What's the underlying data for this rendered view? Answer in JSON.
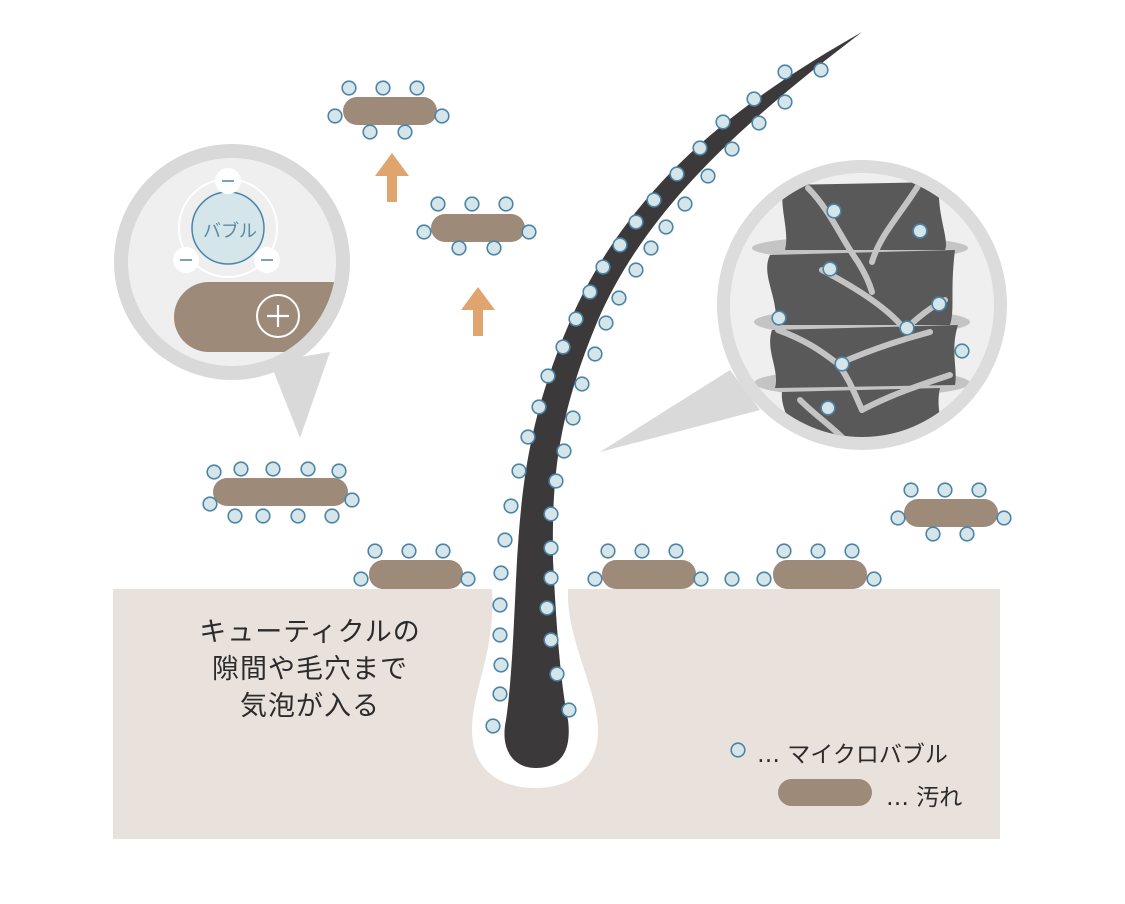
{
  "diagram": {
    "caption_lines": [
      "キューティクルの",
      "隙間や毛穴まで",
      "気泡が入る"
    ],
    "legend": {
      "bubble_label": "… マイクロバブル",
      "dirt_label": "… 汚れ"
    },
    "callout_left": {
      "bubble_text": "バブル",
      "bubble_charge": "−",
      "dirt_charge": "+"
    },
    "colors": {
      "bubble_fill": "#d5e6ea",
      "bubble_stroke": "#4d84a6",
      "dirt": "#9d8a79",
      "hair": "#3b393a",
      "skin": "#e9e1dc",
      "arrow": "#e0a46e",
      "callout_ring": "#d9d9d9",
      "callout_bg": "#efefef",
      "cuticle_dark": "#5a595a",
      "cuticle_light": "#c4c4c4"
    }
  }
}
